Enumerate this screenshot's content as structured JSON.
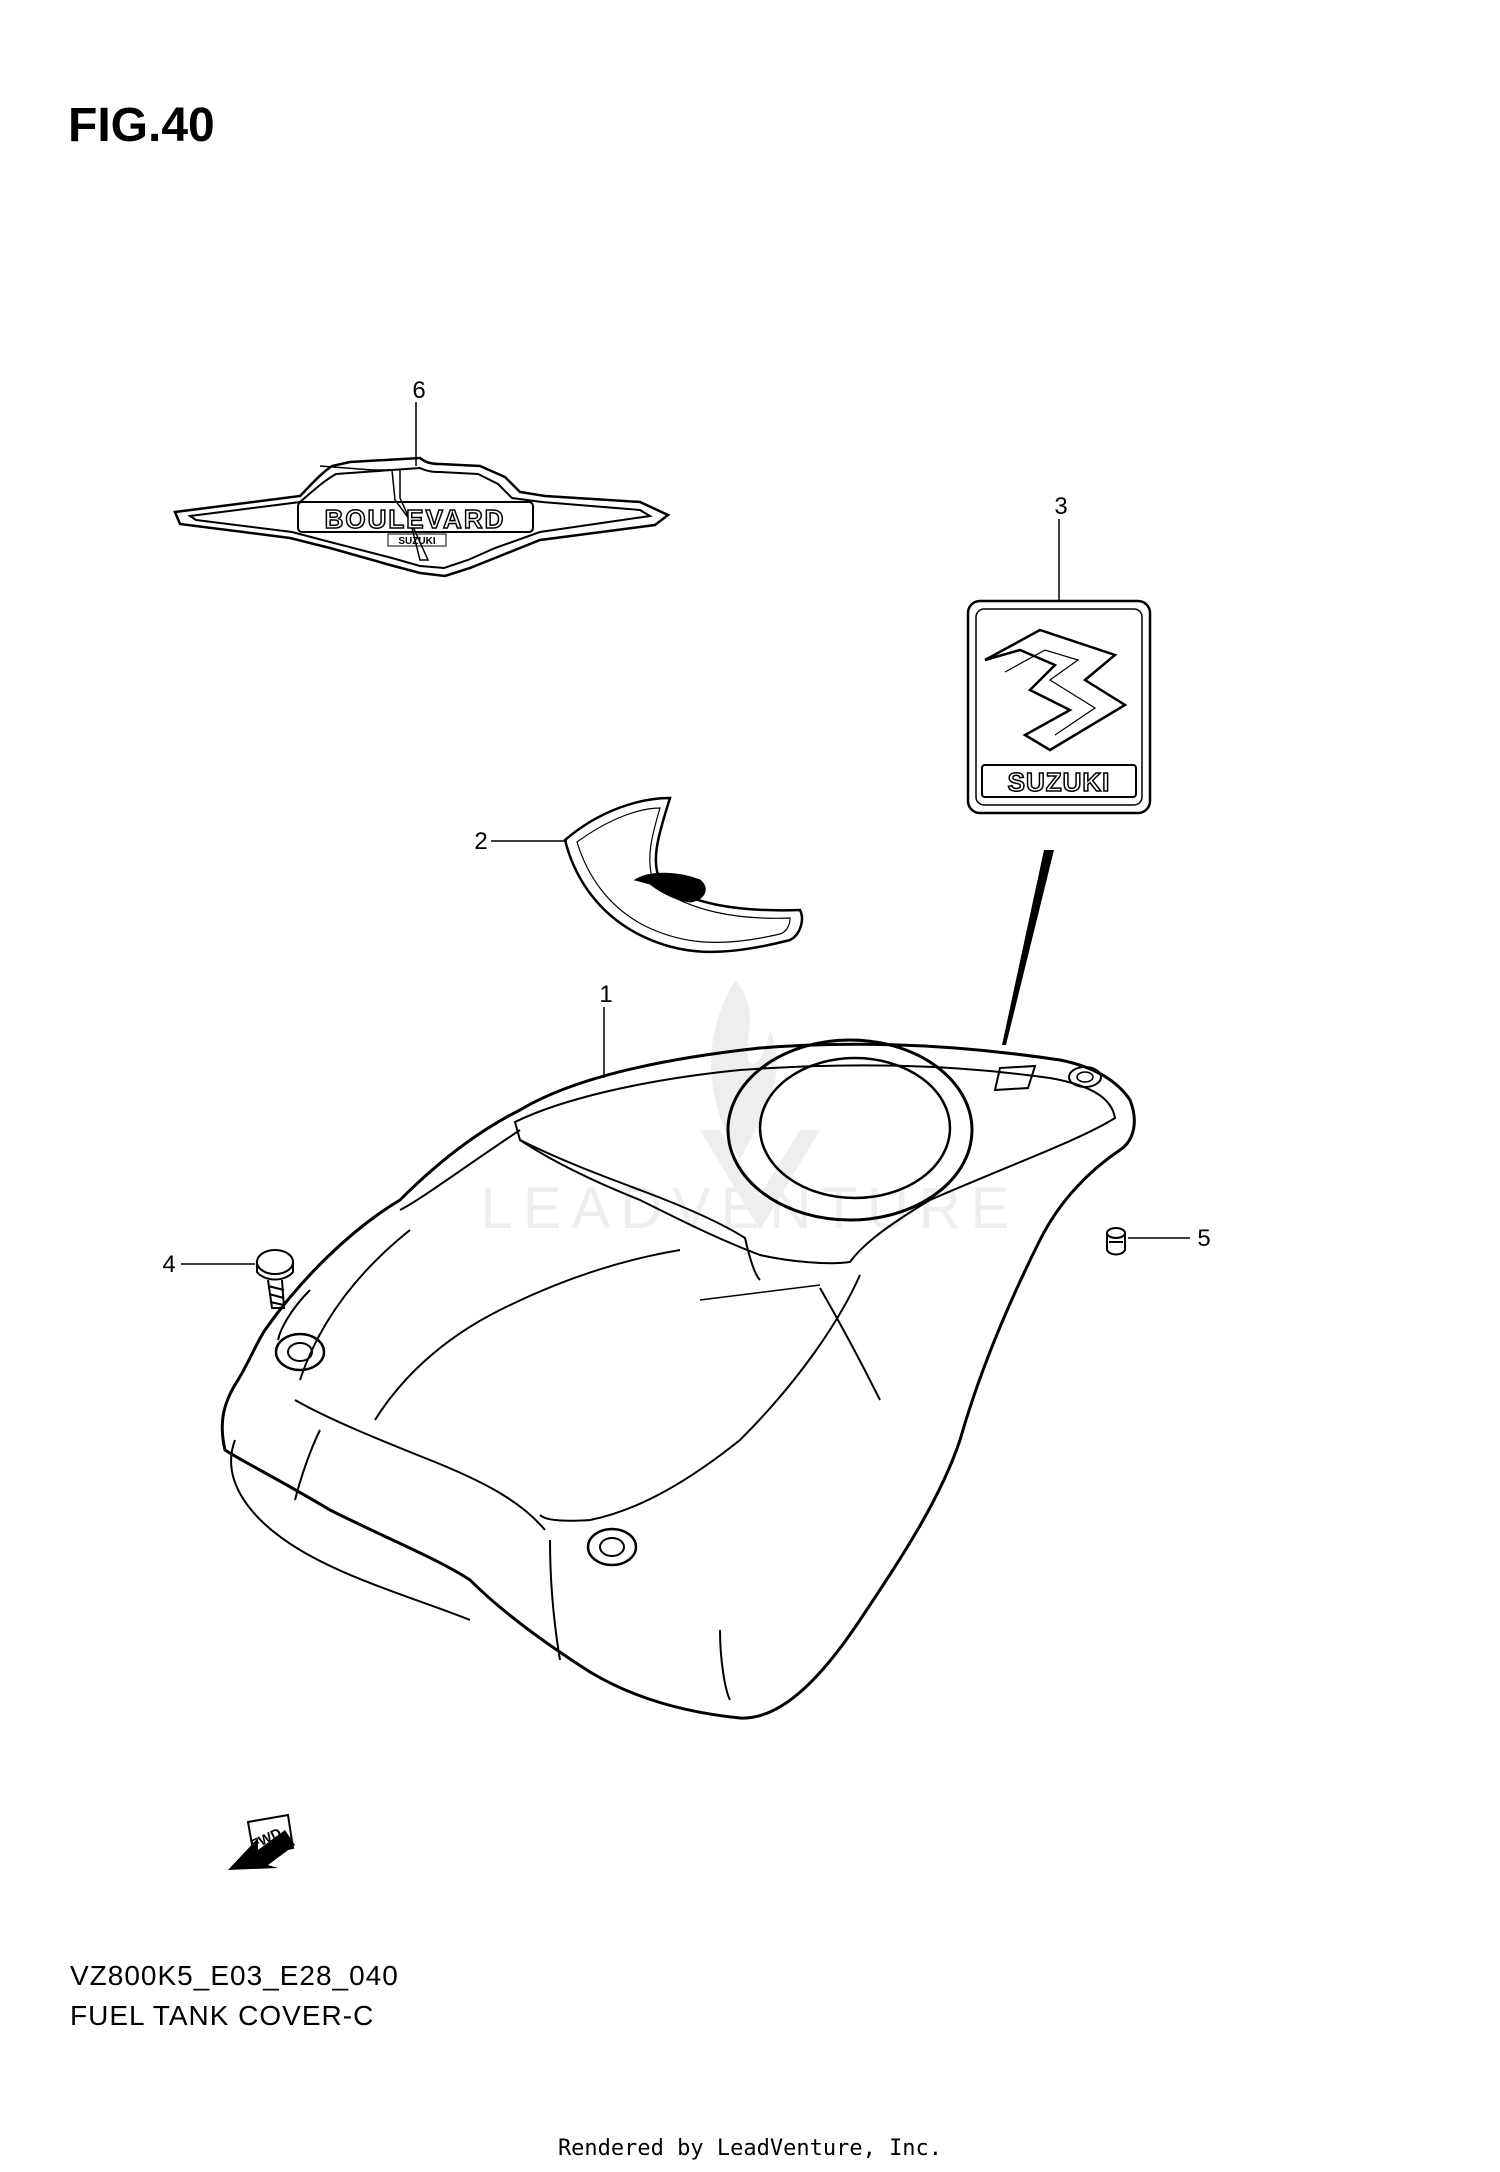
{
  "title": "FIG.40",
  "diagram_code": "VZ800K5_E03_E28_040",
  "caption": "FUEL TANK COVER-C",
  "footer": "Rendered by LeadVenture, Inc.",
  "watermark": "LEADVENTURE",
  "callouts": {
    "c1": "1",
    "c2": "2",
    "c3": "3",
    "c4": "4",
    "c5": "5",
    "c6": "6"
  },
  "labels": {
    "boulevard": "BOULEVARD",
    "boulevard_small": "SUZUKI",
    "suzuki_emblem": "SUZUKI",
    "fwd": "FWD"
  }
}
